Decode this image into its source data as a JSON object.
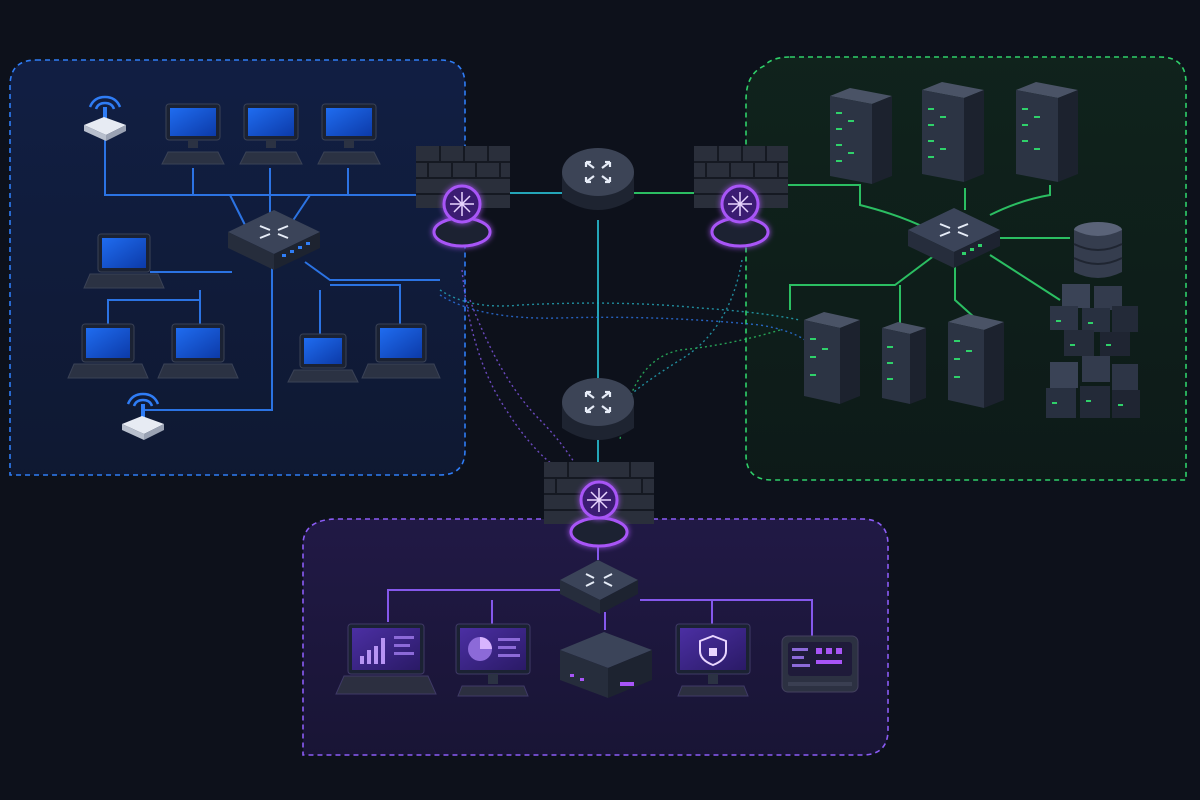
{
  "diagram": {
    "zones": [
      {
        "id": "zone-user-network",
        "color": "#2f7df6"
      },
      {
        "id": "zone-server-network",
        "color": "#2fd06a"
      },
      {
        "id": "zone-management-network",
        "color": "#8b5cf6"
      }
    ],
    "core_link_color": "#27b6c9",
    "firewall_color": "#a855f7",
    "devices": {
      "user": [
        "wifi-ap",
        "desktop",
        "desktop",
        "desktop",
        "switch",
        "laptop",
        "laptop",
        "laptop",
        "laptop",
        "laptop",
        "wifi-ap"
      ],
      "server": [
        "server-rack",
        "server-rack",
        "server-rack",
        "switch",
        "database",
        "server-rack",
        "server-rack",
        "server-rack",
        "server-cluster",
        "server-cluster"
      ],
      "management": [
        "switch",
        "laptop-dashboard",
        "desktop-dashboard",
        "appliance",
        "desktop-shield",
        "control-panel"
      ],
      "core": [
        "router",
        "router",
        "firewall",
        "firewall",
        "firewall"
      ]
    }
  }
}
